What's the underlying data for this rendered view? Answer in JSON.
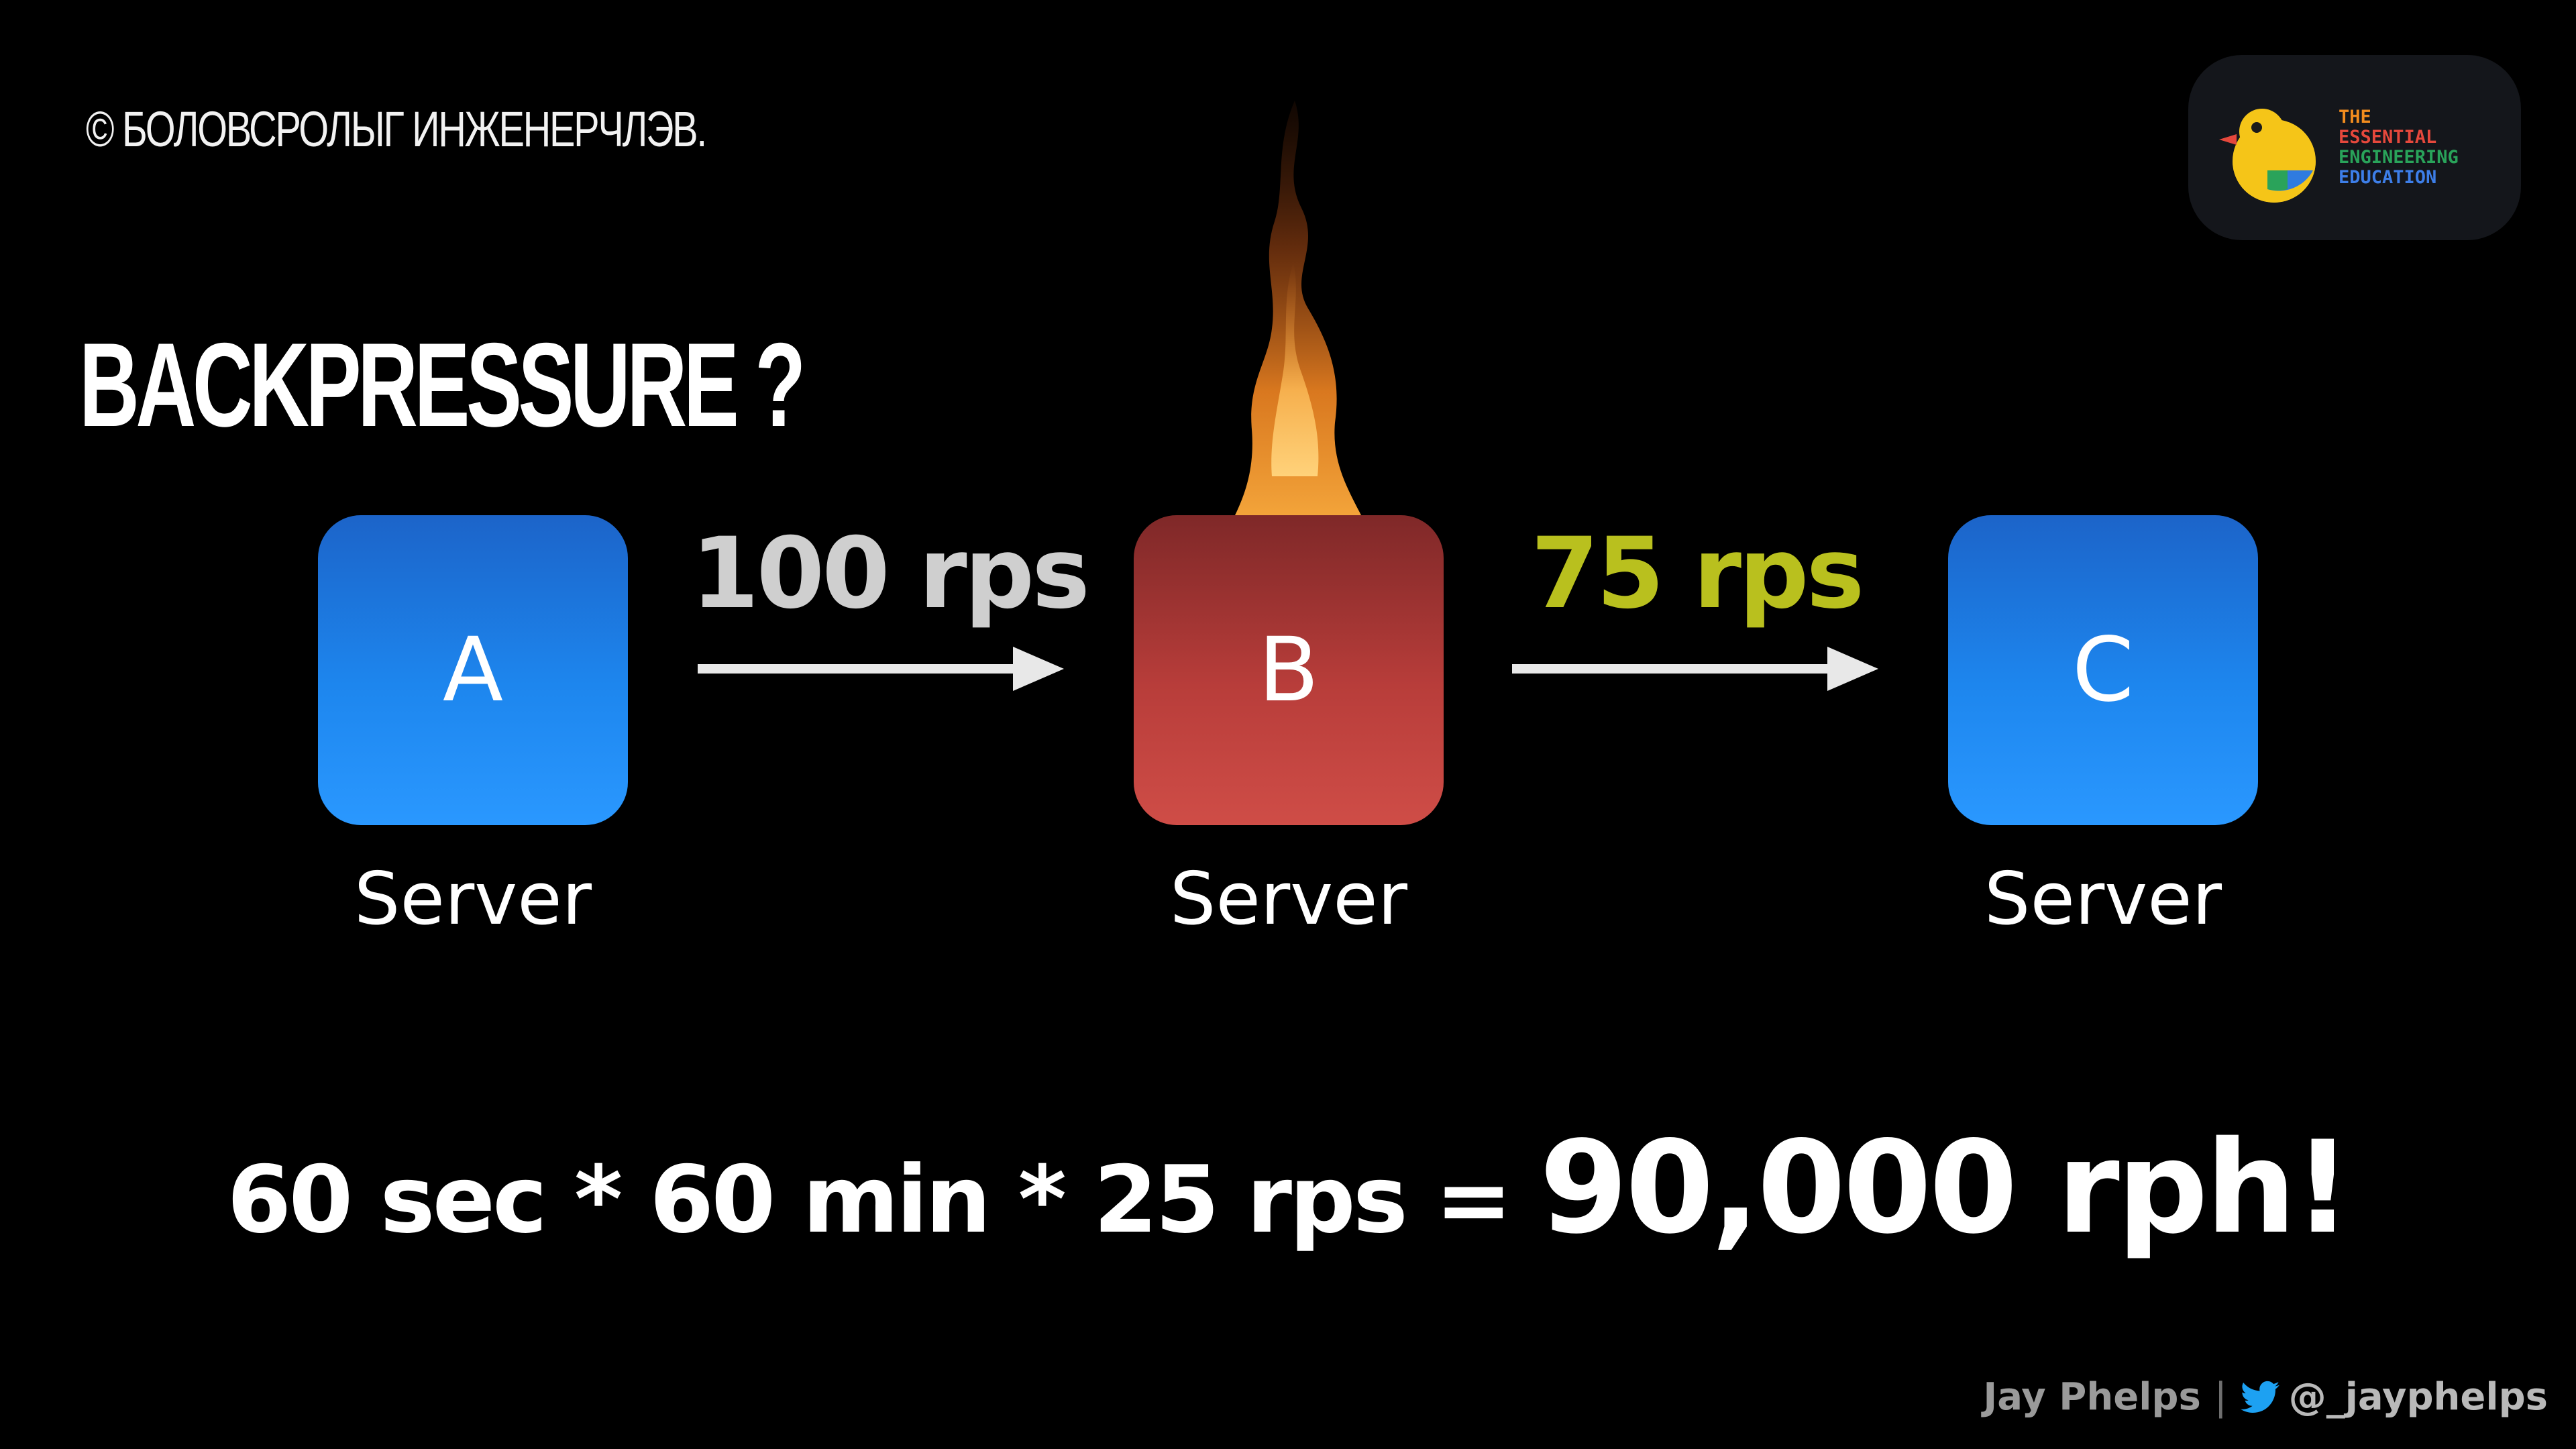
{
  "header": {
    "copyright": "© БОЛОВСРОЛЫГ ИНЖЕНЕРЧЛЭВ.",
    "title": "BACKPRESSURE ?"
  },
  "logo": {
    "lines": [
      "THE",
      "ESSENTIAL",
      "ENGINEERING",
      "EDUCATION"
    ],
    "icon": "duck-icon"
  },
  "diagram": {
    "nodes": [
      {
        "letter": "A",
        "caption": "Server",
        "color": "#1d86ee"
      },
      {
        "letter": "B",
        "caption": "Server",
        "color": "#b83d3a"
      },
      {
        "letter": "C",
        "caption": "Server",
        "color": "#1d86ee"
      }
    ],
    "links": [
      {
        "label": "100 rps",
        "color": "#cfcfcf"
      },
      {
        "label": "75 rps",
        "color": "#b9c01e"
      }
    ],
    "overload_icon": "fire-icon"
  },
  "equation": {
    "left": "60 sec * 60 min * 25 rps = ",
    "result": "90,000 rph!"
  },
  "footer": {
    "author": "Jay Phelps",
    "separator": "|",
    "handle": "@_jayphelps",
    "icon": "twitter-icon"
  }
}
